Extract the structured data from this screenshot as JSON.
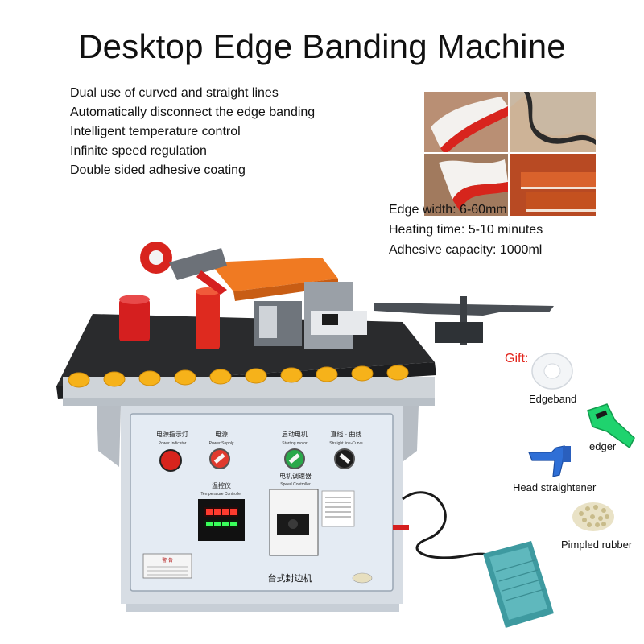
{
  "title": "Desktop Edge Banding Machine",
  "features": [
    "Dual use of curved and straight lines",
    "Automatically disconnect the edge banding",
    "Intelligent temperature control",
    "Infinite speed regulation",
    "Double sided adhesive coating"
  ],
  "specs": [
    "Edge width: 6-60mm",
    "Heating time: 5-10 minutes",
    "Adhesive capacity: 1000ml"
  ],
  "gift_label": "Gift:",
  "accessories": {
    "edgeband": "Edgeband",
    "edger": "edger",
    "head_straightener": "Head straightener",
    "pimpled_rubber": "Pimpled rubber"
  },
  "panel": {
    "power_indicator_cn": "电源指示灯",
    "power_indicator_en": "Power Indicator",
    "power_supply_cn": "电源",
    "power_supply_en": "Power Supply",
    "starting_motor_cn": "启动电机",
    "starting_motor_en": "Starting motor",
    "straight_curve_cn": "直线 · 曲线",
    "straight_curve_en": "Straight line-Curve",
    "temp_controller_cn": "温控仪",
    "temp_controller_en": "Temperature Controller",
    "speed_controller_cn": "电机调速器",
    "speed_controller_en": "Speed Controller",
    "nameplate": "台式封边机",
    "warning": "警 告"
  },
  "colors": {
    "accent_red": "#e2231a",
    "machine_orange": "#f07a22",
    "panel_face": "#dfe7f1",
    "roller_yellow": "#f6b21a",
    "pedal_teal": "#3e9aa0"
  }
}
